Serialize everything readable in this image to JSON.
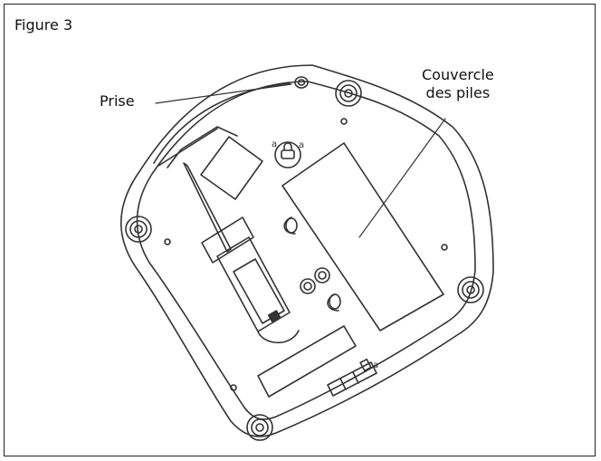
{
  "figure": {
    "title": "Figure 3"
  },
  "callouts": {
    "prise": "Prise",
    "cover_line1": "Couvercle",
    "cover_line2": "des piles"
  },
  "lock_symbols": [
    "a",
    "a",
    "a"
  ]
}
